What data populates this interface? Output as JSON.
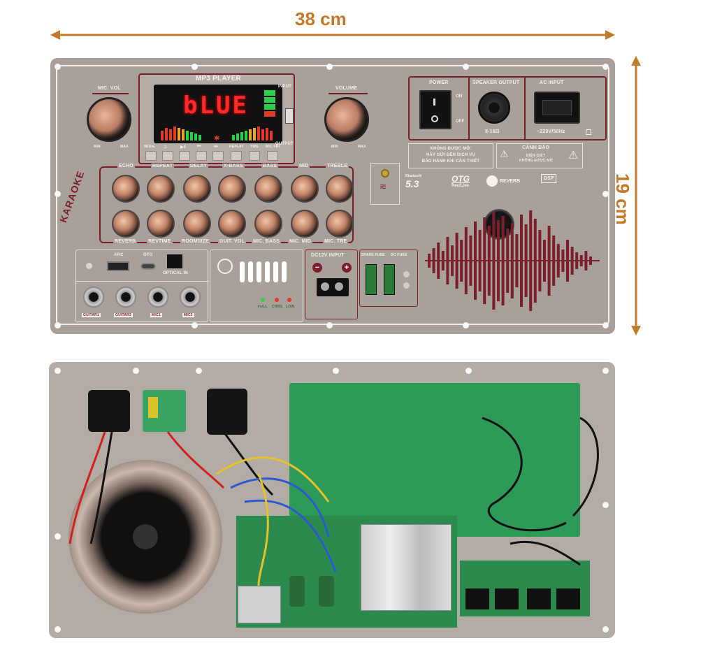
{
  "dimensions": {
    "width_label": "38 cm",
    "height_label": "19 cm"
  },
  "front_panel": {
    "mp3_player": {
      "title": "MP3 PLAYER",
      "display_text": "bLUE",
      "buttons": [
        "MODE",
        "⊃",
        "▶‖",
        "⏮",
        "⏭",
        "REPLAY",
        "TWS",
        "MIC PRI"
      ],
      "input_label": "INPUT",
      "output_label": "OUTPUT"
    },
    "mic_vol": {
      "label": "MIC. VOL",
      "min": "MIN",
      "max": "MAX"
    },
    "volume": {
      "label": "VOLUME",
      "min": "MIN",
      "max": "MAX"
    },
    "karaoke_label": "KARAOKE",
    "top_knobs": [
      "ECHO",
      "REPEAT",
      "DELAY",
      "X-BASS",
      "BASS",
      "MID",
      "TREBLE"
    ],
    "bottom_knobs": [
      "REVERB",
      "REVTIME",
      "ROOMSIZE",
      "GUIT. VOL",
      "MIC. BASS",
      "MIC. MID",
      "MIC. TRE"
    ],
    "power": {
      "label": "POWER",
      "on": "ON",
      "off": "OFF"
    },
    "speaker_output": {
      "label": "SPEAKER OUTPUT",
      "impedance": "8-16Ω"
    },
    "ac_input": {
      "label": "AC INPUT",
      "voltage": "~220V/50Hz"
    },
    "warning_note": [
      "KHÔNG ĐƯỢC MỞ.",
      "HÃY GỬI ĐẾN DỊCH VỤ",
      "BẢO HÀNH KHI CẦN THIẾT"
    ],
    "caution": {
      "title": "CẢNH BÁO",
      "line1": "ĐIỆN GIẬT",
      "line2": "KHÔNG ĐƯỢC MỞ"
    },
    "bluetooth": {
      "label": "Bluetooth",
      "version": "5.3"
    },
    "otg": {
      "label": "OTG",
      "sub": "Rec/Live"
    },
    "reverb_logo": "REVERB",
    "dsp_logo": "DSP",
    "io": {
      "arc": "ARC",
      "otg": "OTG",
      "optical_in": "OPTICAL IN",
      "jacks": [
        "GUITAR1",
        "GUITAR2",
        "MIC1",
        "MIC2"
      ]
    },
    "charge_leds": [
      "FULL",
      "CHRG",
      "LOW"
    ],
    "dc_input": {
      "label": "DC12V INPUT",
      "minus": "−",
      "plus": "+"
    },
    "fuses": {
      "spare": "SPARE FUSE",
      "dc": "DC FUSE"
    }
  },
  "colors": {
    "panel": "#a8a19a",
    "accent": "#7b1f2c",
    "dimension": "#c37a2a",
    "pcb": "#2e9a57"
  }
}
